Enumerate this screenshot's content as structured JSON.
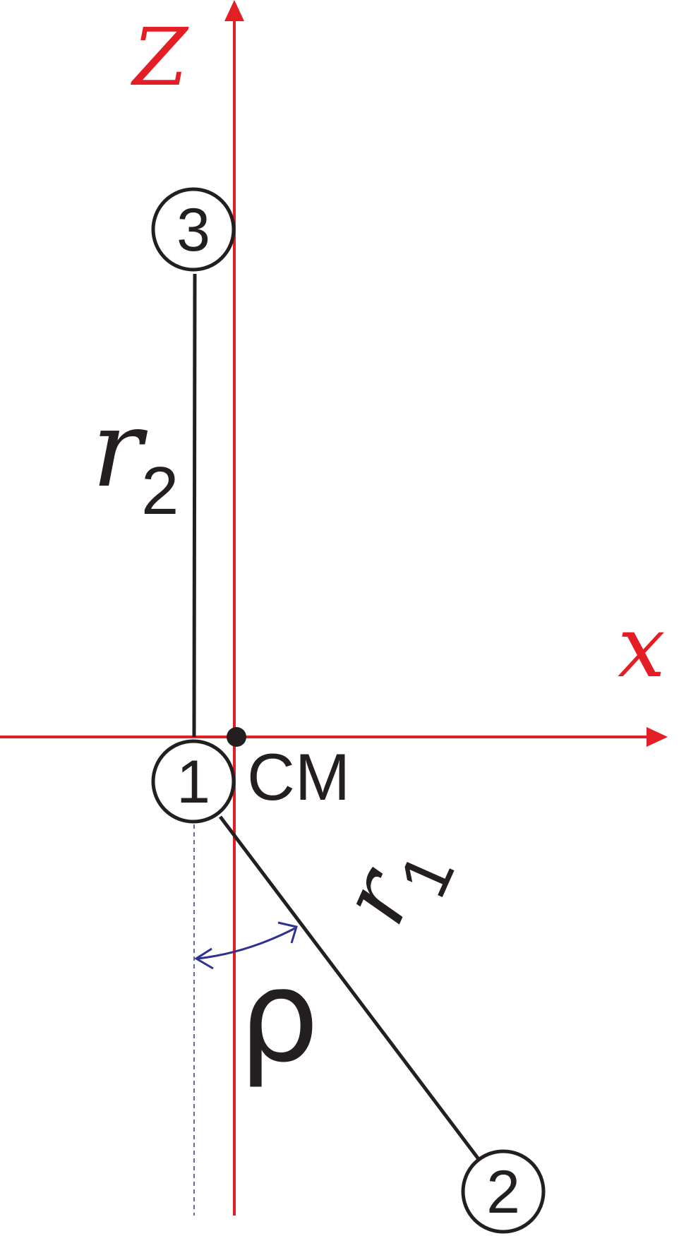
{
  "axes": {
    "z_label": "Z",
    "x_label": "x"
  },
  "atoms": {
    "atom1": "1",
    "atom2": "2",
    "atom3": "3"
  },
  "center_of_mass_label": "CM",
  "distances": {
    "r2": {
      "symbol": "r",
      "subscript": "2"
    },
    "r1": {
      "symbol": "r",
      "subscript": "1"
    }
  },
  "angle_label": "ρ",
  "colors": {
    "axis": "#e31e24",
    "bond": "#231f20",
    "angle_arc": "#2e3192"
  }
}
